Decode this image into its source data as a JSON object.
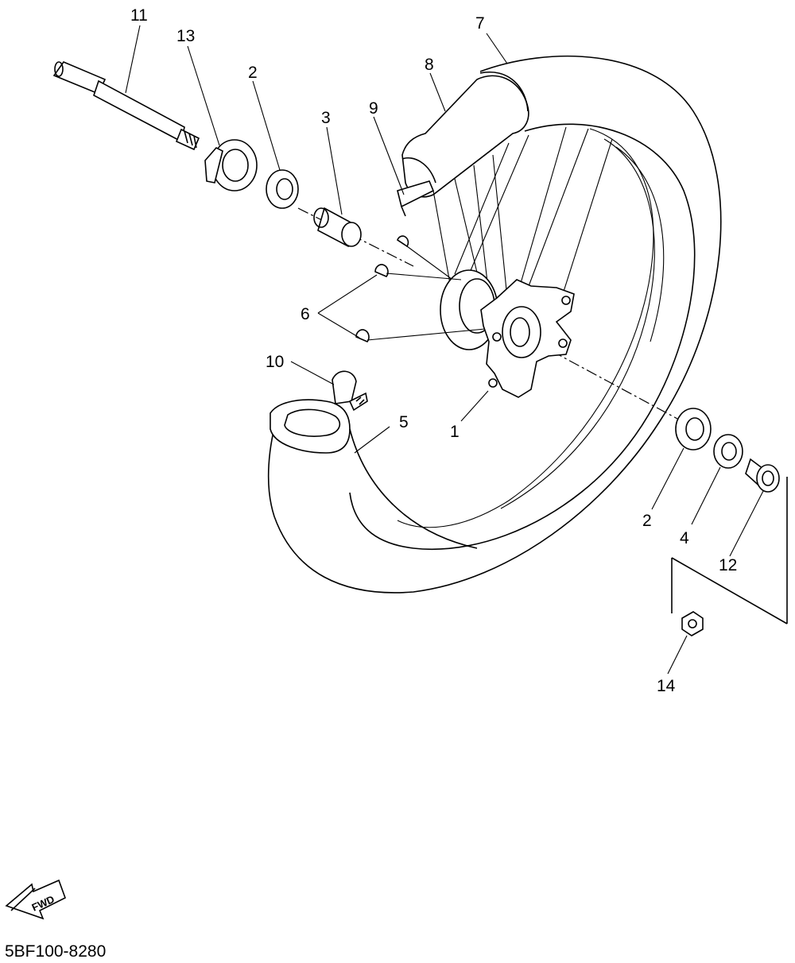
{
  "callouts": {
    "c1": "1",
    "c2a": "2",
    "c2b": "2",
    "c3": "3",
    "c4": "4",
    "c5": "5",
    "c6": "6",
    "c7": "7",
    "c8": "8",
    "c9": "9",
    "c10": "10",
    "c11": "11",
    "c12": "12",
    "c13": "13",
    "c14": "14"
  },
  "fwd_label": "FWD",
  "diagram_code": "5BF100-8280"
}
